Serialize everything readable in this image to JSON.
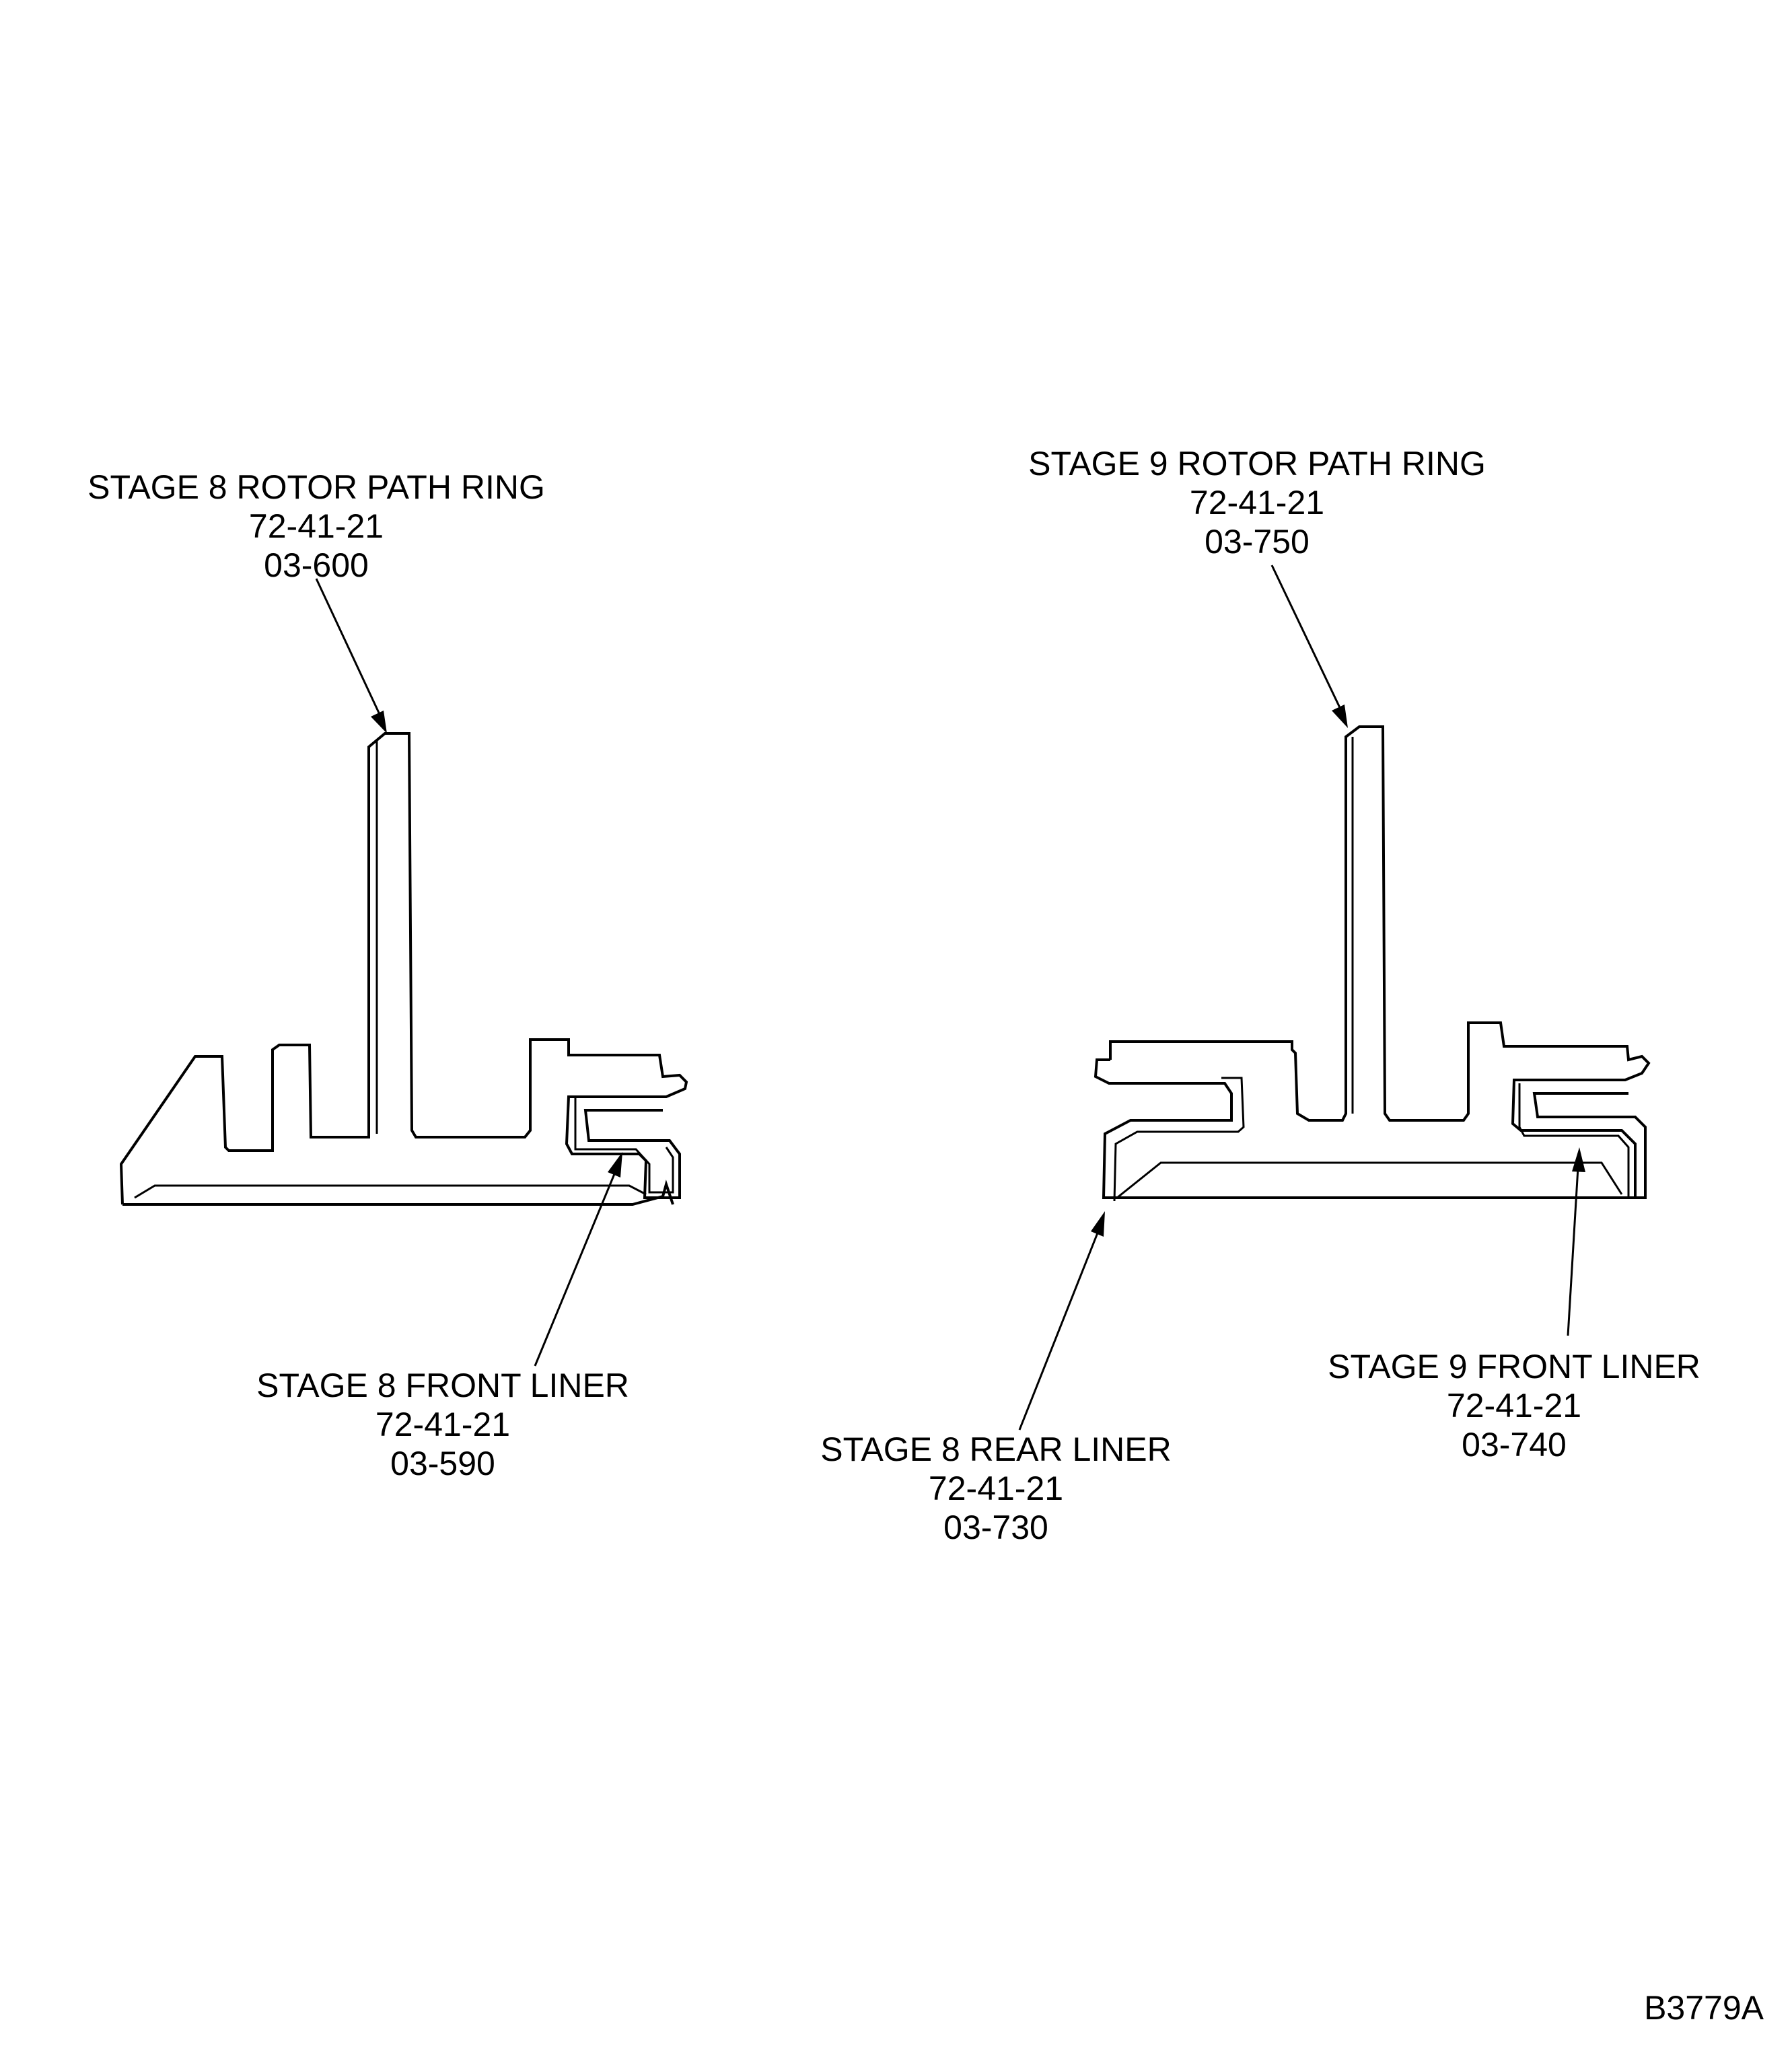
{
  "callouts": [
    {
      "id": "stage8-rotor-path-ring",
      "name": "STAGE 8 ROTOR PATH RING",
      "chapter": "72-41-21",
      "item": "03-600"
    },
    {
      "id": "stage9-rotor-path-ring",
      "name": "STAGE 9 ROTOR PATH RING",
      "chapter": "72-41-21",
      "item": "03-750"
    },
    {
      "id": "stage8-front-liner",
      "name": "STAGE 8 FRONT LINER",
      "chapter": "72-41-21",
      "item": "03-590"
    },
    {
      "id": "stage8-rear-liner",
      "name": "STAGE 8 REAR LINER",
      "chapter": "72-41-21",
      "item": "03-730"
    },
    {
      "id": "stage9-front-liner",
      "name": "STAGE 9 FRONT LINER",
      "chapter": "72-41-21",
      "item": "03-740"
    }
  ],
  "figure_id": "B3779A"
}
